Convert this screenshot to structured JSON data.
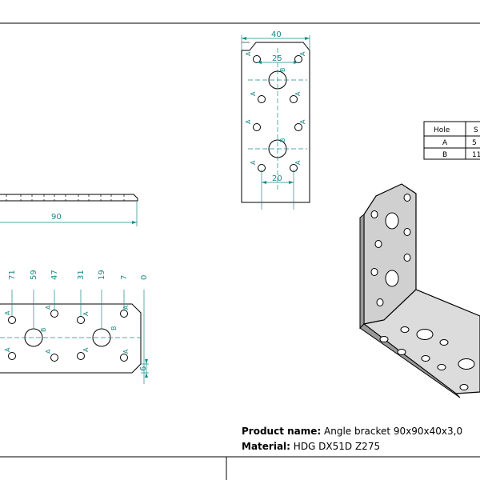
{
  "top_view": {
    "width_dim": "40",
    "inner_dim": "25",
    "bottom_dim": "20",
    "label_a": "A",
    "label_b": "B"
  },
  "side_view": {
    "length_dim": "90"
  },
  "bottom_view": {
    "dims": [
      "71",
      "59",
      "47",
      "31",
      "19",
      "7",
      "0"
    ],
    "bottom_dim": "6",
    "label_a": "A",
    "label_b": "B"
  },
  "hole_table": {
    "header": [
      "Hole",
      "S"
    ],
    "rows": [
      [
        "A",
        "5"
      ],
      [
        "B",
        "11"
      ]
    ]
  },
  "info": {
    "product_label": "Product name:",
    "product_value": "Angle bracket 90x90x40x3,0",
    "material_label": "Material:",
    "material_value": "HDG DX51D Z275"
  },
  "colors": {
    "dimension": "#1a8a8a",
    "line": "#000000",
    "metal": "#d0d0d0"
  }
}
